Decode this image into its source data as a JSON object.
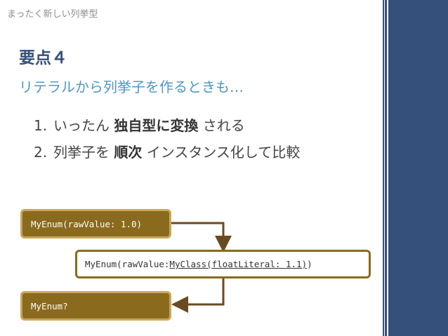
{
  "header": {
    "title": "まったく新しい列挙型"
  },
  "slide": {
    "title": "要点４",
    "subtitle": "リテラルから列挙子を作るときも…",
    "points": [
      {
        "number": "1.",
        "before": "いったん ",
        "emphasis": "独自型に変換",
        "after": " される"
      },
      {
        "number": "2.",
        "before": "列挙子を ",
        "emphasis": "順次",
        "after": " インスタンス化して比較"
      }
    ]
  },
  "diagram": {
    "box1": "MyEnum(rawValue: 1.0)",
    "box2": {
      "prefix": "MyEnum(rawValue: ",
      "underlined": "MyClass(floatLiteral: 1.1)",
      "suffix": ")"
    },
    "box3": "MyEnum?"
  },
  "colors": {
    "accent_dark_blue": "#35507a",
    "accent_light_blue": "#4e97c6",
    "box_brown": "#8a6a1c",
    "box_border_gold": "#caa65c",
    "arrow": "#6b4a22"
  }
}
